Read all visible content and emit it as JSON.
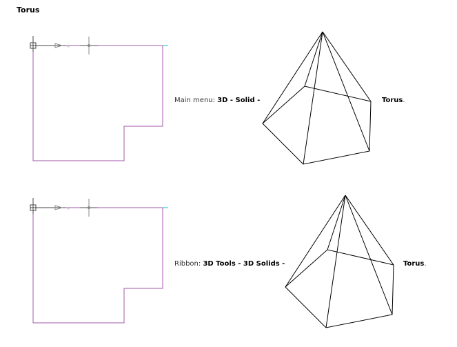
{
  "heading": "Torus",
  "sections": [
    {
      "prefix": "Main menu: ",
      "path": "3D - Solid - ",
      "command": "Torus",
      "suffix": "."
    },
    {
      "prefix": "Ribbon: ",
      "path": "3D Tools - 3D Solids - ",
      "command": "Torus",
      "suffix": "."
    }
  ],
  "colors": {
    "outline": "#a05aa8",
    "ucs": "#00c8e0",
    "wire": "#000000"
  }
}
